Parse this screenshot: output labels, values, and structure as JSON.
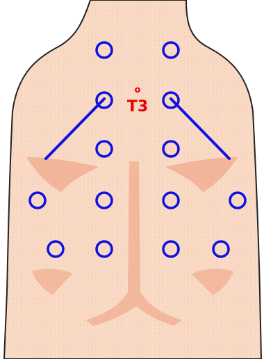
{
  "diagram": {
    "label": "T3",
    "label_marker": "o",
    "colors": {
      "skin": "#f8d8c4",
      "skin_speckle": "#fbe9c0",
      "shading": "#f0a98c",
      "outline": "#222222",
      "point": "#1010e0",
      "line": "#1010e0",
      "label": "#e80000",
      "background": "#ffffff"
    },
    "points": [
      {
        "row": 1,
        "side": "left",
        "id": "upper-left"
      },
      {
        "row": 1,
        "side": "right",
        "id": "upper-right"
      },
      {
        "row": 2,
        "side": "left",
        "id": "t3-left"
      },
      {
        "row": 2,
        "side": "right",
        "id": "t3-right"
      },
      {
        "row": 3,
        "side": "left",
        "id": "mid-left"
      },
      {
        "row": 3,
        "side": "right",
        "id": "mid-right"
      },
      {
        "row": 4,
        "side": "left",
        "id": "lateral-left"
      },
      {
        "row": 4,
        "side": "left",
        "id": "inner-left"
      },
      {
        "row": 4,
        "side": "right",
        "id": "inner-right"
      },
      {
        "row": 4,
        "side": "right",
        "id": "lateral-right"
      },
      {
        "row": 5,
        "side": "left",
        "id": "low-lateral-left"
      },
      {
        "row": 5,
        "side": "left",
        "id": "low-inner-left"
      },
      {
        "row": 5,
        "side": "right",
        "id": "low-inner-right"
      },
      {
        "row": 5,
        "side": "right",
        "id": "low-lateral-right"
      }
    ]
  }
}
